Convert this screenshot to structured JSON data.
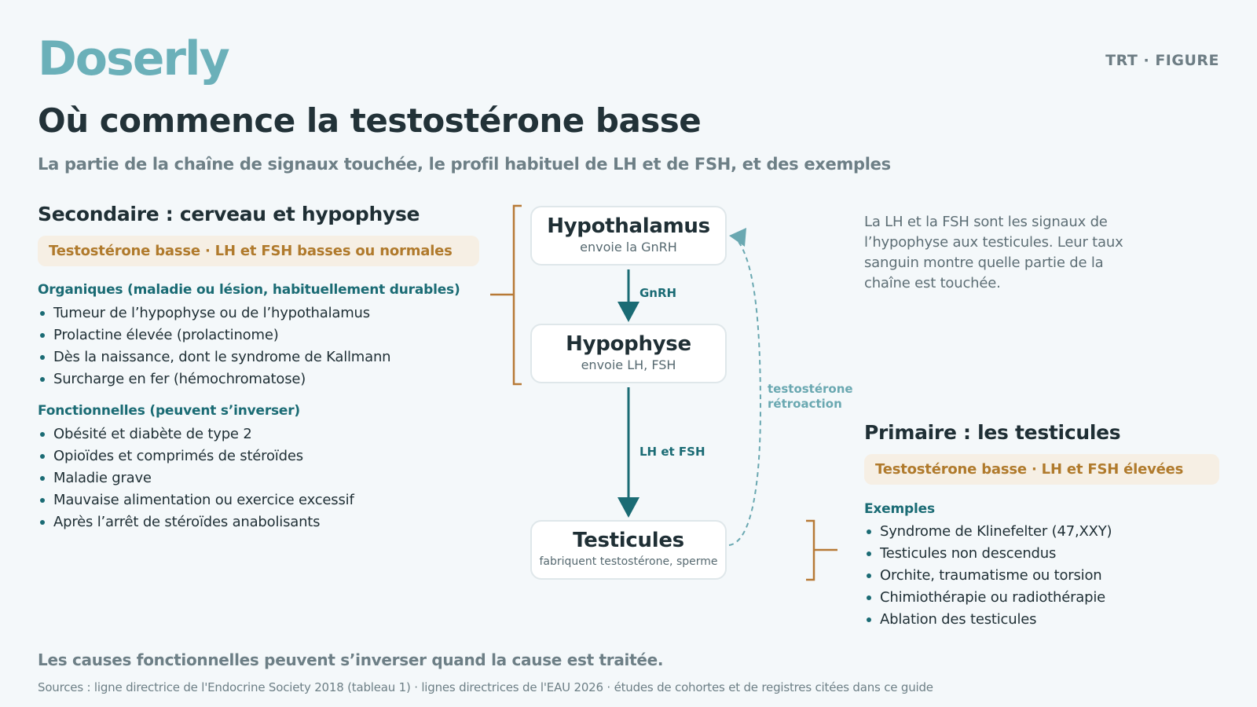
{
  "header": {
    "brand": "Doserly",
    "tag": "TRT · FIGURE",
    "title": "Où commence la testostérone basse",
    "subtitle": "La partie de la chaîne de signaux touchée, le profil habituel de LH et de FSH, et des exemples"
  },
  "secondary": {
    "heading": "Secondaire : cerveau et hypophyse",
    "profile": "Testostérone basse · LH et FSH basses ou normales",
    "organic_label": "Organiques (maladie ou lésion, habituellement durables)",
    "organic_items": [
      "Tumeur de l’hypophyse ou de l’hypothalamus",
      "Prolactine élevée (prolactinome)",
      "Dès la naissance, dont le syndrome de Kallmann",
      "Surcharge en fer (hémochromatose)"
    ],
    "functional_label": "Fonctionnelles (peuvent s’inverser)",
    "functional_items": [
      "Obésité et diabète de type 2",
      "Opioïdes et comprimés de stéroïdes",
      "Maladie grave",
      "Mauvaise alimentation ou exercice excessif",
      "Après l’arrêt de stéroïdes anabolisants"
    ]
  },
  "diagram": {
    "hypothalamus": {
      "title": "Hypothalamus",
      "sub": "envoie la GnRH"
    },
    "arrow1_label": "GnRH",
    "hypophyse": {
      "title": "Hypophyse",
      "sub": "envoie LH, FSH"
    },
    "arrow2_label": "LH et FSH",
    "testicules": {
      "title": "Testicules",
      "sub": "fabriquent testostérone, sperme"
    },
    "feedback_line1": "testostérone",
    "feedback_line2": "rétroaction"
  },
  "note": "La LH et la FSH sont les signaux de l’hypophyse aux testicules. Leur taux sanguin montre quelle partie de la chaîne est touchée.",
  "primary": {
    "heading": "Primaire : les testicules",
    "profile": "Testostérone basse · LH et FSH élevées",
    "examples_label": "Exemples",
    "items": [
      "Syndrome de Klinefelter (47,XXY)",
      "Testicules non descendus",
      "Orchite, traumatisme ou torsion",
      "Chimiothérapie ou radiothérapie",
      "Ablation des testicules"
    ]
  },
  "footer": {
    "main": "Les causes fonctionnelles peuvent s’inverser quand la cause est traitée.",
    "sources": "Sources : ligne directrice de l'Endocrine Society 2018 (tableau 1) · lignes directrices de l'EAU 2026 · études de cohortes et de registres citées dans ce guide"
  },
  "colors": {
    "brand": "#6bb0b9",
    "teal": "#1a6b74",
    "bracket": "#b77a36",
    "pill_bg": "#f6efe4",
    "feedback": "#6aa8b1"
  }
}
